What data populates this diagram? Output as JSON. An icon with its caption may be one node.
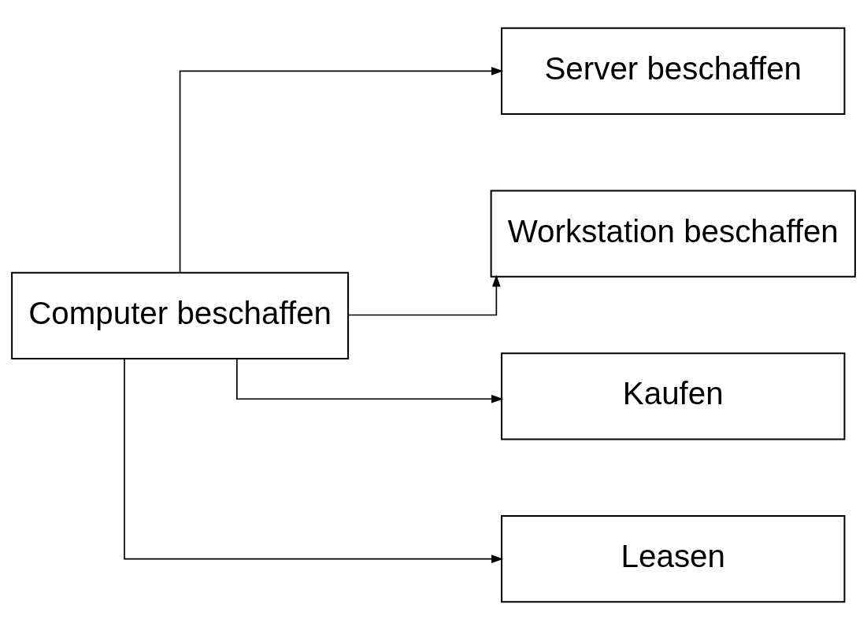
{
  "diagram": {
    "nodes": [
      {
        "text": [
          "Computer beschaffen"
        ]
      },
      {
        "text": [
          "Server beschaffen"
        ]
      },
      {
        "text": [
          "Workstation beschaffen"
        ]
      },
      {
        "text": [
          "Kaufen"
        ]
      },
      {
        "text": [
          "Leasen"
        ]
      }
    ],
    "edges": [
      {
        "from": 0,
        "to": 1,
        "arrow": "to"
      },
      {
        "from": 0,
        "to": 2,
        "arrow": "to"
      },
      {
        "from": 0,
        "to": 3,
        "arrow": "to"
      },
      {
        "from": 0,
        "to": 4,
        "arrow": "to"
      }
    ]
  }
}
